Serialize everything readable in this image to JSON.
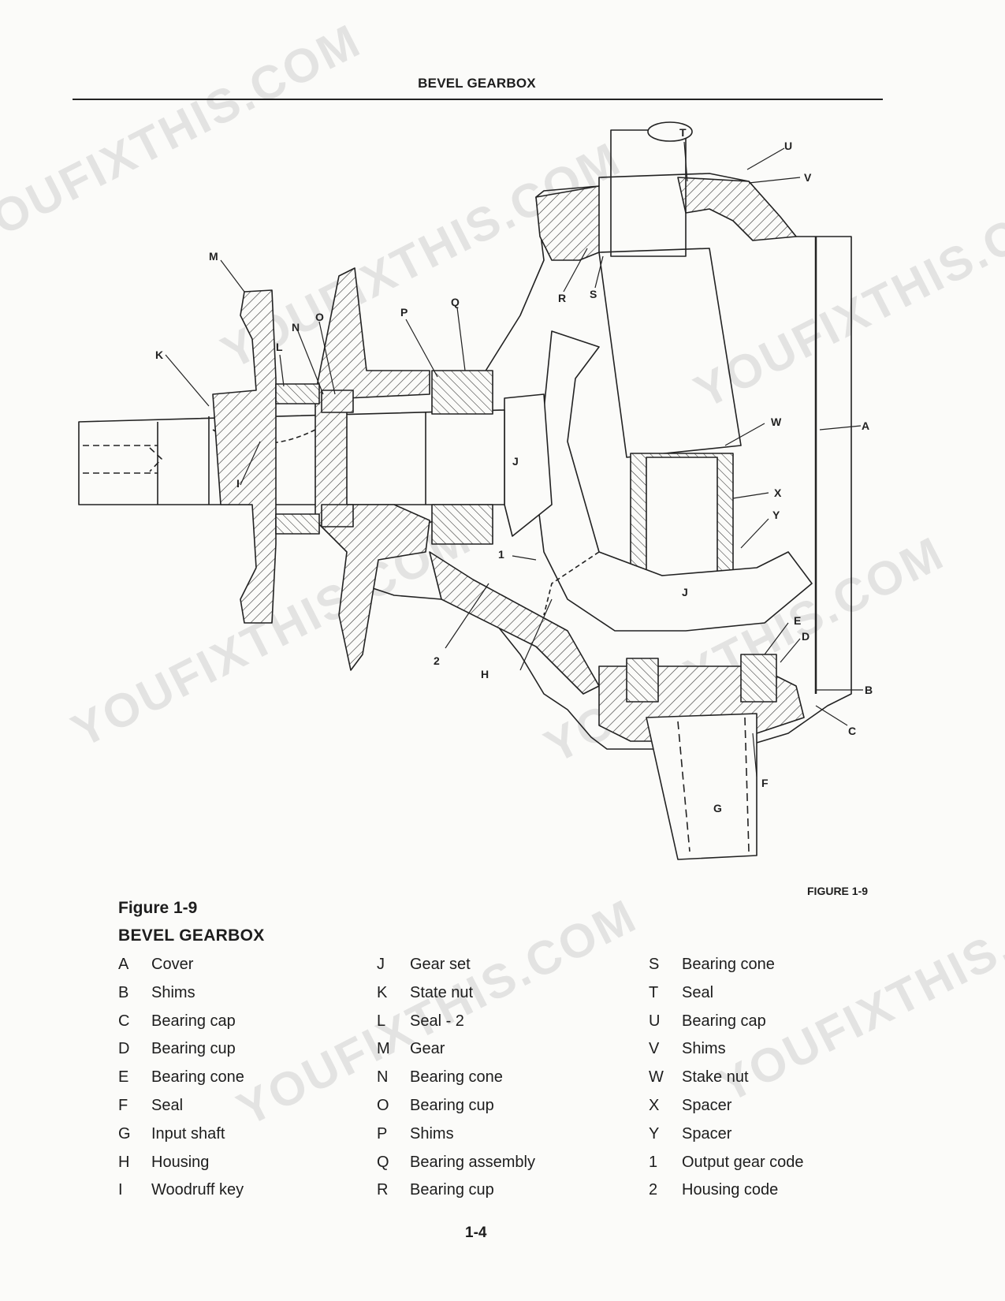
{
  "header": {
    "title": "BEVEL GEARBOX"
  },
  "watermark_text": "YOUFIXTHIS.COM",
  "figure_tag": "FIGURE 1-9",
  "caption": {
    "number": "Figure 1-9",
    "title": "BEVEL GEARBOX"
  },
  "callouts": [
    "A",
    "B",
    "C",
    "D",
    "E",
    "F",
    "G",
    "H",
    "I",
    "J",
    "J",
    "K",
    "L",
    "M",
    "N",
    "O",
    "P",
    "Q",
    "R",
    "S",
    "T",
    "U",
    "V",
    "W",
    "X",
    "Y",
    "1",
    "2"
  ],
  "legend": {
    "col1": [
      {
        "key": "A",
        "desc": "Cover"
      },
      {
        "key": "B",
        "desc": "Shims"
      },
      {
        "key": "C",
        "desc": "Bearing cap"
      },
      {
        "key": "D",
        "desc": "Bearing cup"
      },
      {
        "key": "E",
        "desc": "Bearing cone"
      },
      {
        "key": "F",
        "desc": "Seal"
      },
      {
        "key": "G",
        "desc": "Input shaft"
      },
      {
        "key": "H",
        "desc": "Housing"
      },
      {
        "key": "I",
        "desc": "Woodruff key"
      }
    ],
    "col2": [
      {
        "key": "J",
        "desc": "Gear set"
      },
      {
        "key": "K",
        "desc": "State nut"
      },
      {
        "key": "L",
        "desc": "Seal - 2"
      },
      {
        "key": "M",
        "desc": "Gear"
      },
      {
        "key": "N",
        "desc": "Bearing cone"
      },
      {
        "key": "O",
        "desc": "Bearing cup"
      },
      {
        "key": "P",
        "desc": "Shims"
      },
      {
        "key": "Q",
        "desc": "Bearing assembly"
      },
      {
        "key": "R",
        "desc": "Bearing cup"
      }
    ],
    "col3": [
      {
        "key": "S",
        "desc": "Bearing cone"
      },
      {
        "key": "T",
        "desc": "Seal"
      },
      {
        "key": "U",
        "desc": "Bearing cap"
      },
      {
        "key": "V",
        "desc": "Shims"
      },
      {
        "key": "W",
        "desc": "Stake nut"
      },
      {
        "key": "X",
        "desc": "Spacer"
      },
      {
        "key": "Y",
        "desc": "Spacer"
      },
      {
        "key": "1",
        "desc": "Output gear code"
      },
      {
        "key": "2",
        "desc": "Housing code"
      }
    ]
  },
  "page_number": "1-4"
}
